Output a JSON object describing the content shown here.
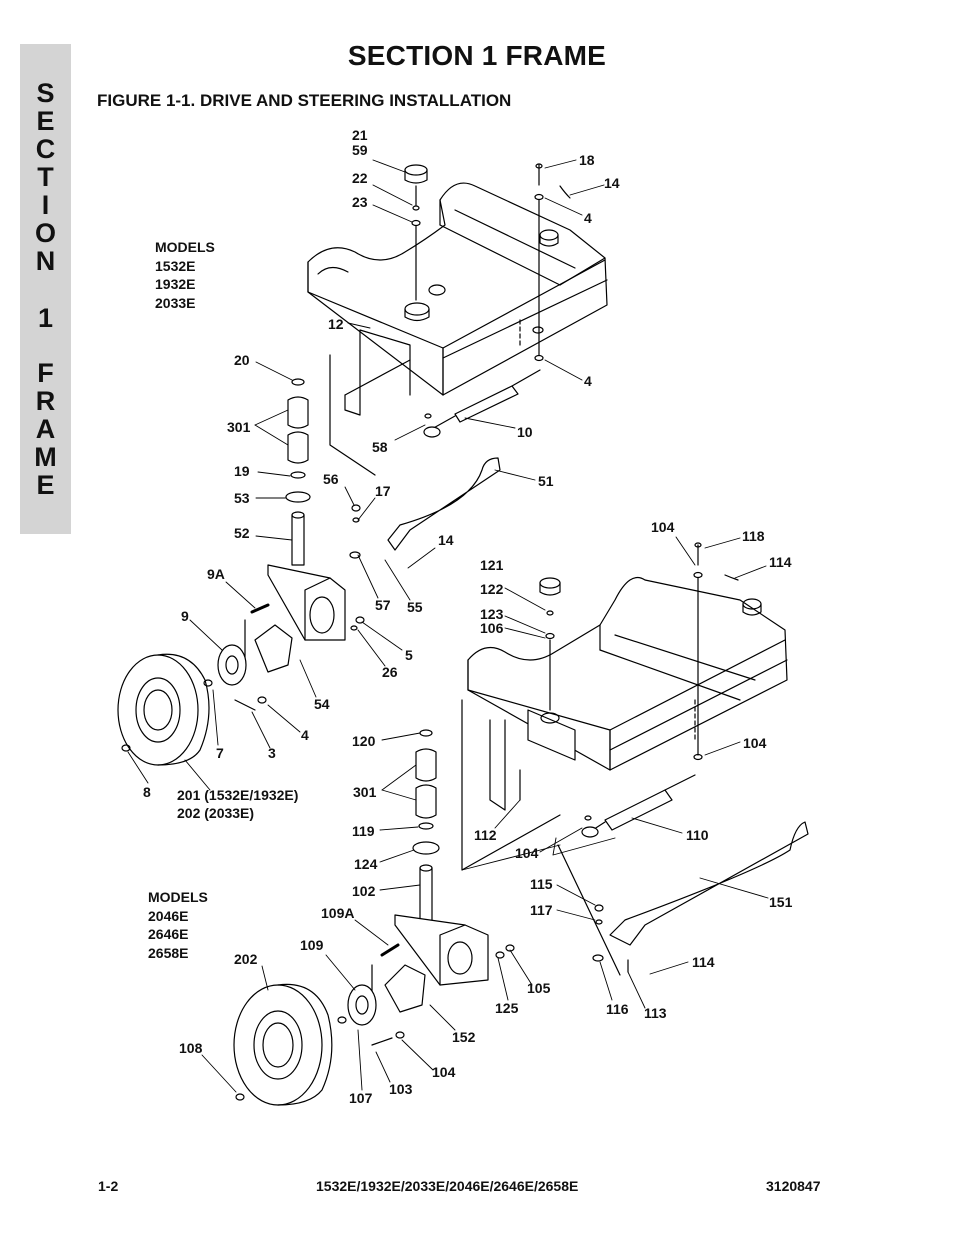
{
  "side_tab": {
    "letters": [
      "S",
      "E",
      "C",
      "T",
      "I",
      "O",
      "N",
      "1",
      "F",
      "R",
      "A",
      "M",
      "E"
    ]
  },
  "header": {
    "section_title": "SECTION 1   FRAME",
    "figure_title": "FIGURE 1-1.    DRIVE AND STEERING INSTALLATION"
  },
  "models_upper": {
    "heading": "MODELS",
    "items": [
      "1532E",
      "1932E",
      "2033E"
    ]
  },
  "models_lower": {
    "heading": "MODELS",
    "items": [
      "2046E",
      "2646E",
      "2658E"
    ]
  },
  "callouts": {
    "c21": "21",
    "c59": "59",
    "c22": "22",
    "c23": "23",
    "c18": "18",
    "c14a": "14",
    "c4a": "4",
    "c12": "12",
    "c20": "20",
    "c4b": "4",
    "c301a": "301",
    "c58": "58",
    "c10": "10",
    "c19": "19",
    "c56": "56",
    "c17": "17",
    "c51": "51",
    "c53": "53",
    "c52": "52",
    "c14b": "14",
    "c104a": "104",
    "c118": "118",
    "c114a": "114",
    "c121": "121",
    "c9A": "9A",
    "c57": "57",
    "c55": "55",
    "c122": "122",
    "c123": "123",
    "c106": "106",
    "c9": "9",
    "c5": "5",
    "c26": "26",
    "c54": "54",
    "c4c": "4",
    "c7": "7",
    "c3": "3",
    "c120": "120",
    "c104b": "104",
    "c8": "8",
    "c301b": "301",
    "c201": "201 (1532E/1932E)",
    "c202a": "202 (2033E)",
    "c119": "119",
    "c112": "112",
    "c110": "110",
    "c104c": "104",
    "c124": "124",
    "c115": "115",
    "c102": "102",
    "c151": "151",
    "c117": "117",
    "c109A": "109A",
    "c109": "109",
    "c202b": "202",
    "c114b": "114",
    "c105": "105",
    "c125": "125",
    "c116": "116",
    "c113": "113",
    "c152": "152",
    "c108": "108",
    "c104d": "104",
    "c103": "103",
    "c107": "107"
  },
  "footer": {
    "page_number": "1-2",
    "models": "1532E/1932E/2033E/2046E/2646E/2658E",
    "doc_number": "3120847"
  }
}
